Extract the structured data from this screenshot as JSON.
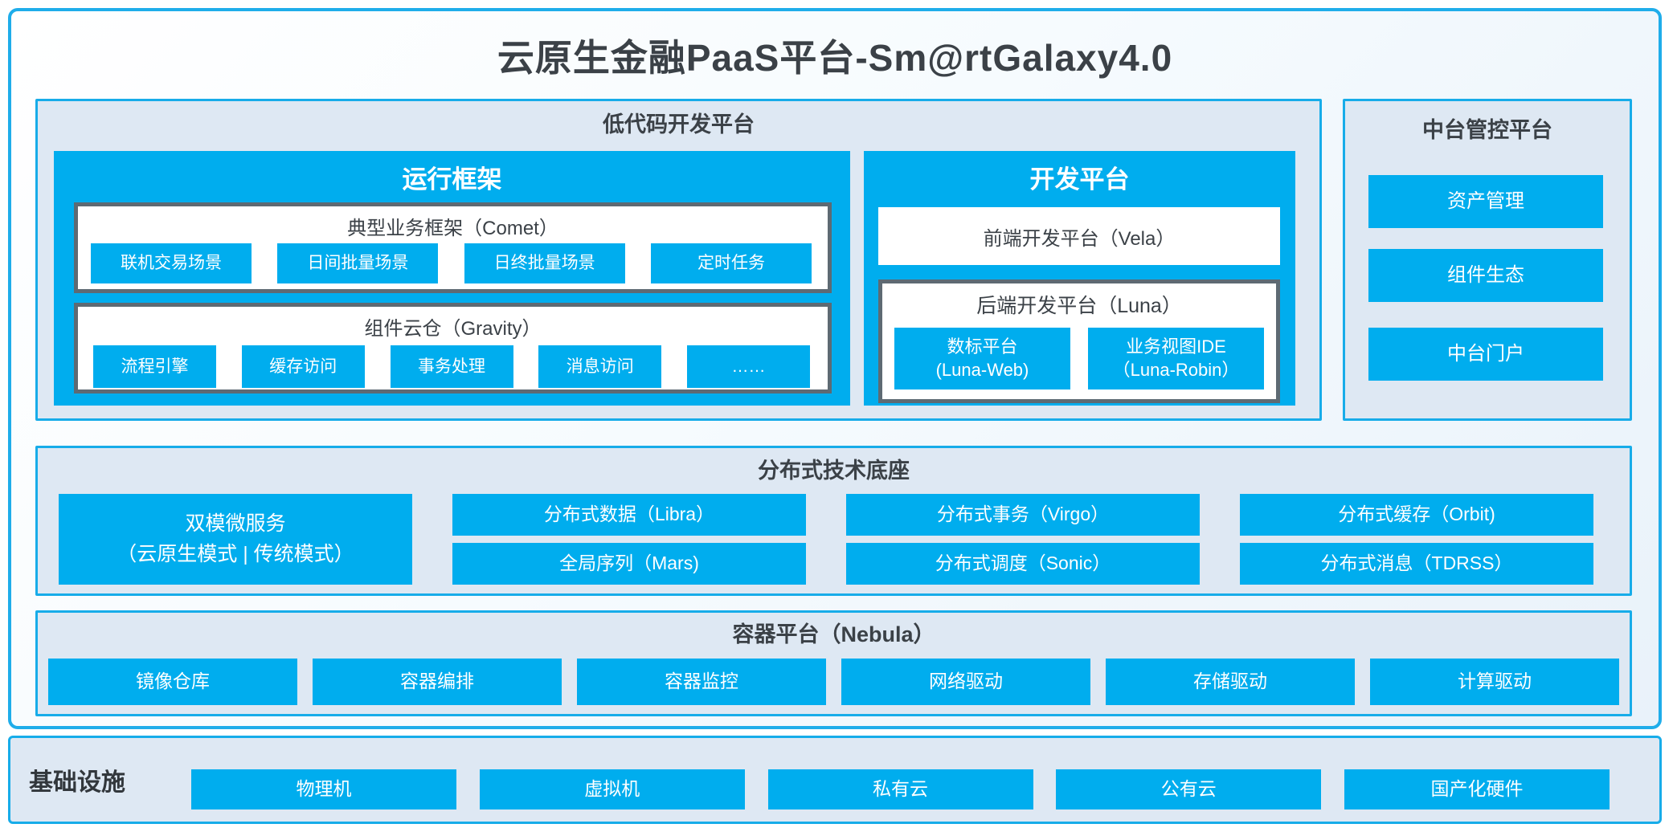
{
  "title": "云原生金融PaaS平台-Sm@rtGalaxy4.0",
  "colors": {
    "accent_cyan": "#00ADEE",
    "panel_border": "#17ACE9",
    "panel_bg": "#DEE8F3",
    "subbox_border": "#5E6A73",
    "text_dark": "#3B4147",
    "text_light": "#FFFFFF"
  },
  "lowcode": {
    "header": "低代码开发平台",
    "runtime": {
      "title": "运行框架",
      "comet": {
        "title": "典型业务框架（Comet）",
        "items": [
          "联机交易场景",
          "日间批量场景",
          "日终批量场景",
          "定时任务"
        ]
      },
      "gravity": {
        "title": "组件云仓（Gravity）",
        "items": [
          "流程引擎",
          "缓存访问",
          "事务处理",
          "消息访问",
          "……"
        ]
      }
    },
    "devplat": {
      "title": "开发平台",
      "vela": "前端开发平台（Vela）",
      "luna": {
        "title": "后端开发平台（Luna）",
        "items": [
          {
            "line1": "数标平台",
            "line2": "(Luna-Web)"
          },
          {
            "line1": "业务视图IDE",
            "line2": "（Luna-Robin）"
          }
        ]
      }
    }
  },
  "midplat": {
    "header": "中台管控平台",
    "items": [
      "资产管理",
      "组件生态",
      "中台门户"
    ]
  },
  "dist": {
    "header": "分布式技术底座",
    "dual": {
      "line1": "双模微服务",
      "line2": "（云原生模式 | 传统模式）"
    },
    "cols": [
      [
        "分布式数据（Libra）",
        "全局序列（Mars)"
      ],
      [
        "分布式事务（Virgo）",
        "分布式调度（Sonic）"
      ],
      [
        "分布式缓存（Orbit)",
        "分布式消息（TDRSS）"
      ]
    ]
  },
  "container_platform": {
    "header": "容器平台（Nebula）",
    "items": [
      "镜像仓库",
      "容器编排",
      "容器监控",
      "网络驱动",
      "存储驱动",
      "计算驱动"
    ]
  },
  "infra": {
    "label": "基础设施",
    "items": [
      "物理机",
      "虚拟机",
      "私有云",
      "公有云",
      "国产化硬件"
    ]
  }
}
